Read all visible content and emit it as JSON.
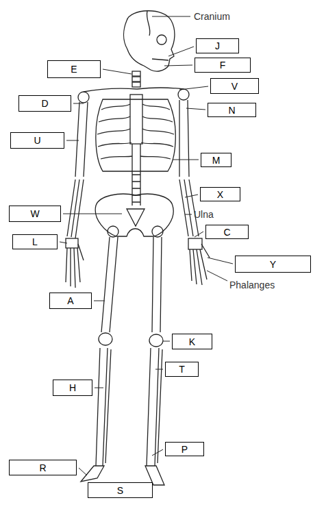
{
  "diagram": {
    "nodes": [
      {
        "text": [
          "J"
        ]
      },
      {
        "text": [
          "E"
        ]
      },
      {
        "text": [
          "F"
        ]
      },
      {
        "text": [
          "V"
        ]
      },
      {
        "text": [
          "D"
        ]
      },
      {
        "text": [
          "N"
        ]
      },
      {
        "text": [
          "U"
        ]
      },
      {
        "text": [
          "M"
        ]
      },
      {
        "text": [
          "X"
        ]
      },
      {
        "text": [
          "W"
        ]
      },
      {
        "text": [
          "L"
        ]
      },
      {
        "text": [
          "C"
        ]
      },
      {
        "text": [
          "Y"
        ]
      },
      {
        "text": [
          "A"
        ]
      },
      {
        "text": [
          "K"
        ]
      },
      {
        "text": [
          "T"
        ]
      },
      {
        "text": [
          "H"
        ]
      },
      {
        "text": [
          "P"
        ]
      },
      {
        "text": [
          "R"
        ]
      },
      {
        "text": [
          "S"
        ]
      }
    ],
    "labels": [
      "Cranium",
      "Ulna",
      "Phalanges"
    ]
  }
}
